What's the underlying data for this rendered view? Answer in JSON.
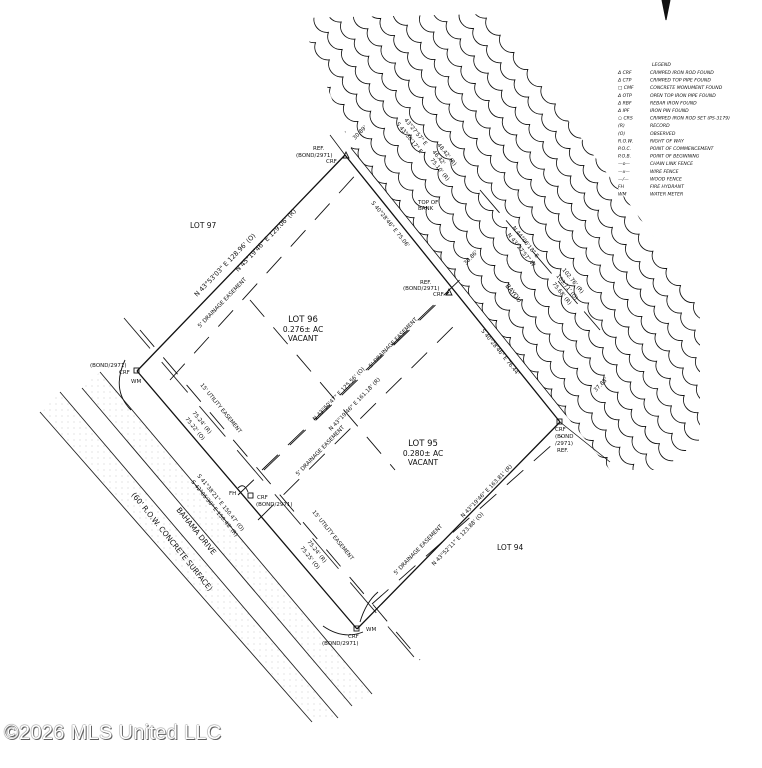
{
  "legend": {
    "title": "LEGEND",
    "items": [
      {
        "symbol": "Δ CRF",
        "label": "CRIMPED IRON ROD FOUND"
      },
      {
        "symbol": "Δ CTP",
        "label": "CRIMPED TOP PIPE FOUND"
      },
      {
        "symbol": "□ CMF",
        "label": "CONCRETE MONUMENT FOUND"
      },
      {
        "symbol": "Δ OTP",
        "label": "OPEN TOP IRON PIPE FOUND"
      },
      {
        "symbol": "Δ RBF",
        "label": "REBAR IRON FOUND"
      },
      {
        "symbol": "Δ IPF",
        "label": "IRON PIN FOUND"
      },
      {
        "symbol": "○ CRS",
        "label": "CRIMPED IRON ROD SET (PS-3179)"
      },
      {
        "symbol": "(R)",
        "label": "RECORD"
      },
      {
        "symbol": "(O)",
        "label": "OBSERVED"
      },
      {
        "symbol": "R.O.W.",
        "label": "RIGHT OF WAY"
      },
      {
        "symbol": "P.O.C.",
        "label": "POINT OF COMMENCEMENT"
      },
      {
        "symbol": "P.O.B.",
        "label": "POINT OF BEGINNING"
      },
      {
        "symbol": "—o—",
        "label": "CHAIN LINK FENCE"
      },
      {
        "symbol": "—x—",
        "label": "WIRE FENCE"
      },
      {
        "symbol": "—/—",
        "label": "WOOD FENCE"
      },
      {
        "symbol": "FH",
        "label": "FIRE HYDRANT"
      },
      {
        "symbol": "WM",
        "label": "WATER METER"
      }
    ]
  },
  "lots": {
    "lot97": "LOT 97",
    "lot96": {
      "name": "LOT 96",
      "area": "0.276± AC",
      "status": "VACANT"
    },
    "lot95": {
      "name": "LOT 95",
      "area": "0.280± AC",
      "status": "VACANT"
    },
    "lot94": "LOT 94"
  },
  "labels": {
    "nw_obs": "N 43°53'03\" E  128.96' (O)",
    "nw_rec": "N 45°19'46\" E  129.06' (R)",
    "nw_easement": "5' DRAINAGE EASEMENT",
    "top_ref": "REF.",
    "top_bond": "(BOND/2971)",
    "top_crf": "CRF",
    "top_30": "30.89'",
    "top_b1": "S 43°30'17\" E",
    "top_b2": "43°27'57\" E",
    "top_d1": "48.42' (R)",
    "top_d2": "46.42'",
    "top_d3": "75.10' (R)",
    "top_of_bank": "TOP OF",
    "top_of_bank2": "BANK",
    "ne_upper": "S 40°28'46\" E  75.06'",
    "ne_38": "38.86'",
    "bay_b1": "N 44°06'18\" E",
    "bay_b2": "N 43°27'57\" W",
    "bay_d1": "102.76' (R)",
    "bay_d2": "103.71' (O)",
    "bay_d3": "75.68' (R)",
    "bayou": "BAYOU",
    "mid_ref": "REF.",
    "mid_bond": "(BOND/2971)",
    "mid_crf": "CRF",
    "ne_lower": "S 40°28'46\" E  76.44'",
    "ne_37": "37.88'",
    "div_easement_top": "5' DRAINAGE EASEMENT",
    "div_obs": "N 43°50'47\" E  125.56' (O)",
    "div_rec": "N 43°19'46\" E  161.18' (R)",
    "div_easement_bot": "5' DRAINAGE EASEMENT",
    "east_crf": "CRF",
    "east_bond": "(BOND",
    "east_bond2": "/2971)",
    "east_ref": "REF.",
    "se_rec": "N 43°19'46\" E  163.81' (R)",
    "se_obs": "N 43°52'11\" E  123.88' (O)",
    "se_easement": "5' DRAINAGE EASEMENT",
    "south_crf": "CRF",
    "south_bond": "(BOND/2971)",
    "south_wm": "WM",
    "util1": "15' UTILITY EASEMENT",
    "util2": "15' UTILITY EASEMENT",
    "sw_upper_r": "75.24' (R)",
    "sw_upper_o": "75.22' (O)",
    "sw_lower_r": "75.24' (R)",
    "sw_lower_o": "75.25' (O)",
    "mid_w_crf": "CRF",
    "mid_w_bond": "(BOND/2971)",
    "fh": "FH",
    "sw_obs": "S 41°38'21\" E  150.47' (O)",
    "sw_rec": "S 42°05'30\" E  150.48' (R)",
    "west_bond": "(BOND/2971)",
    "west_crf": "CRF",
    "west_wm": "WM",
    "road_name": "BAHAMA DRIVE",
    "road_desc": "(60' R.O.W. CONCRETE SURFACE)"
  },
  "watermark": "©2026 MLS United LLC"
}
